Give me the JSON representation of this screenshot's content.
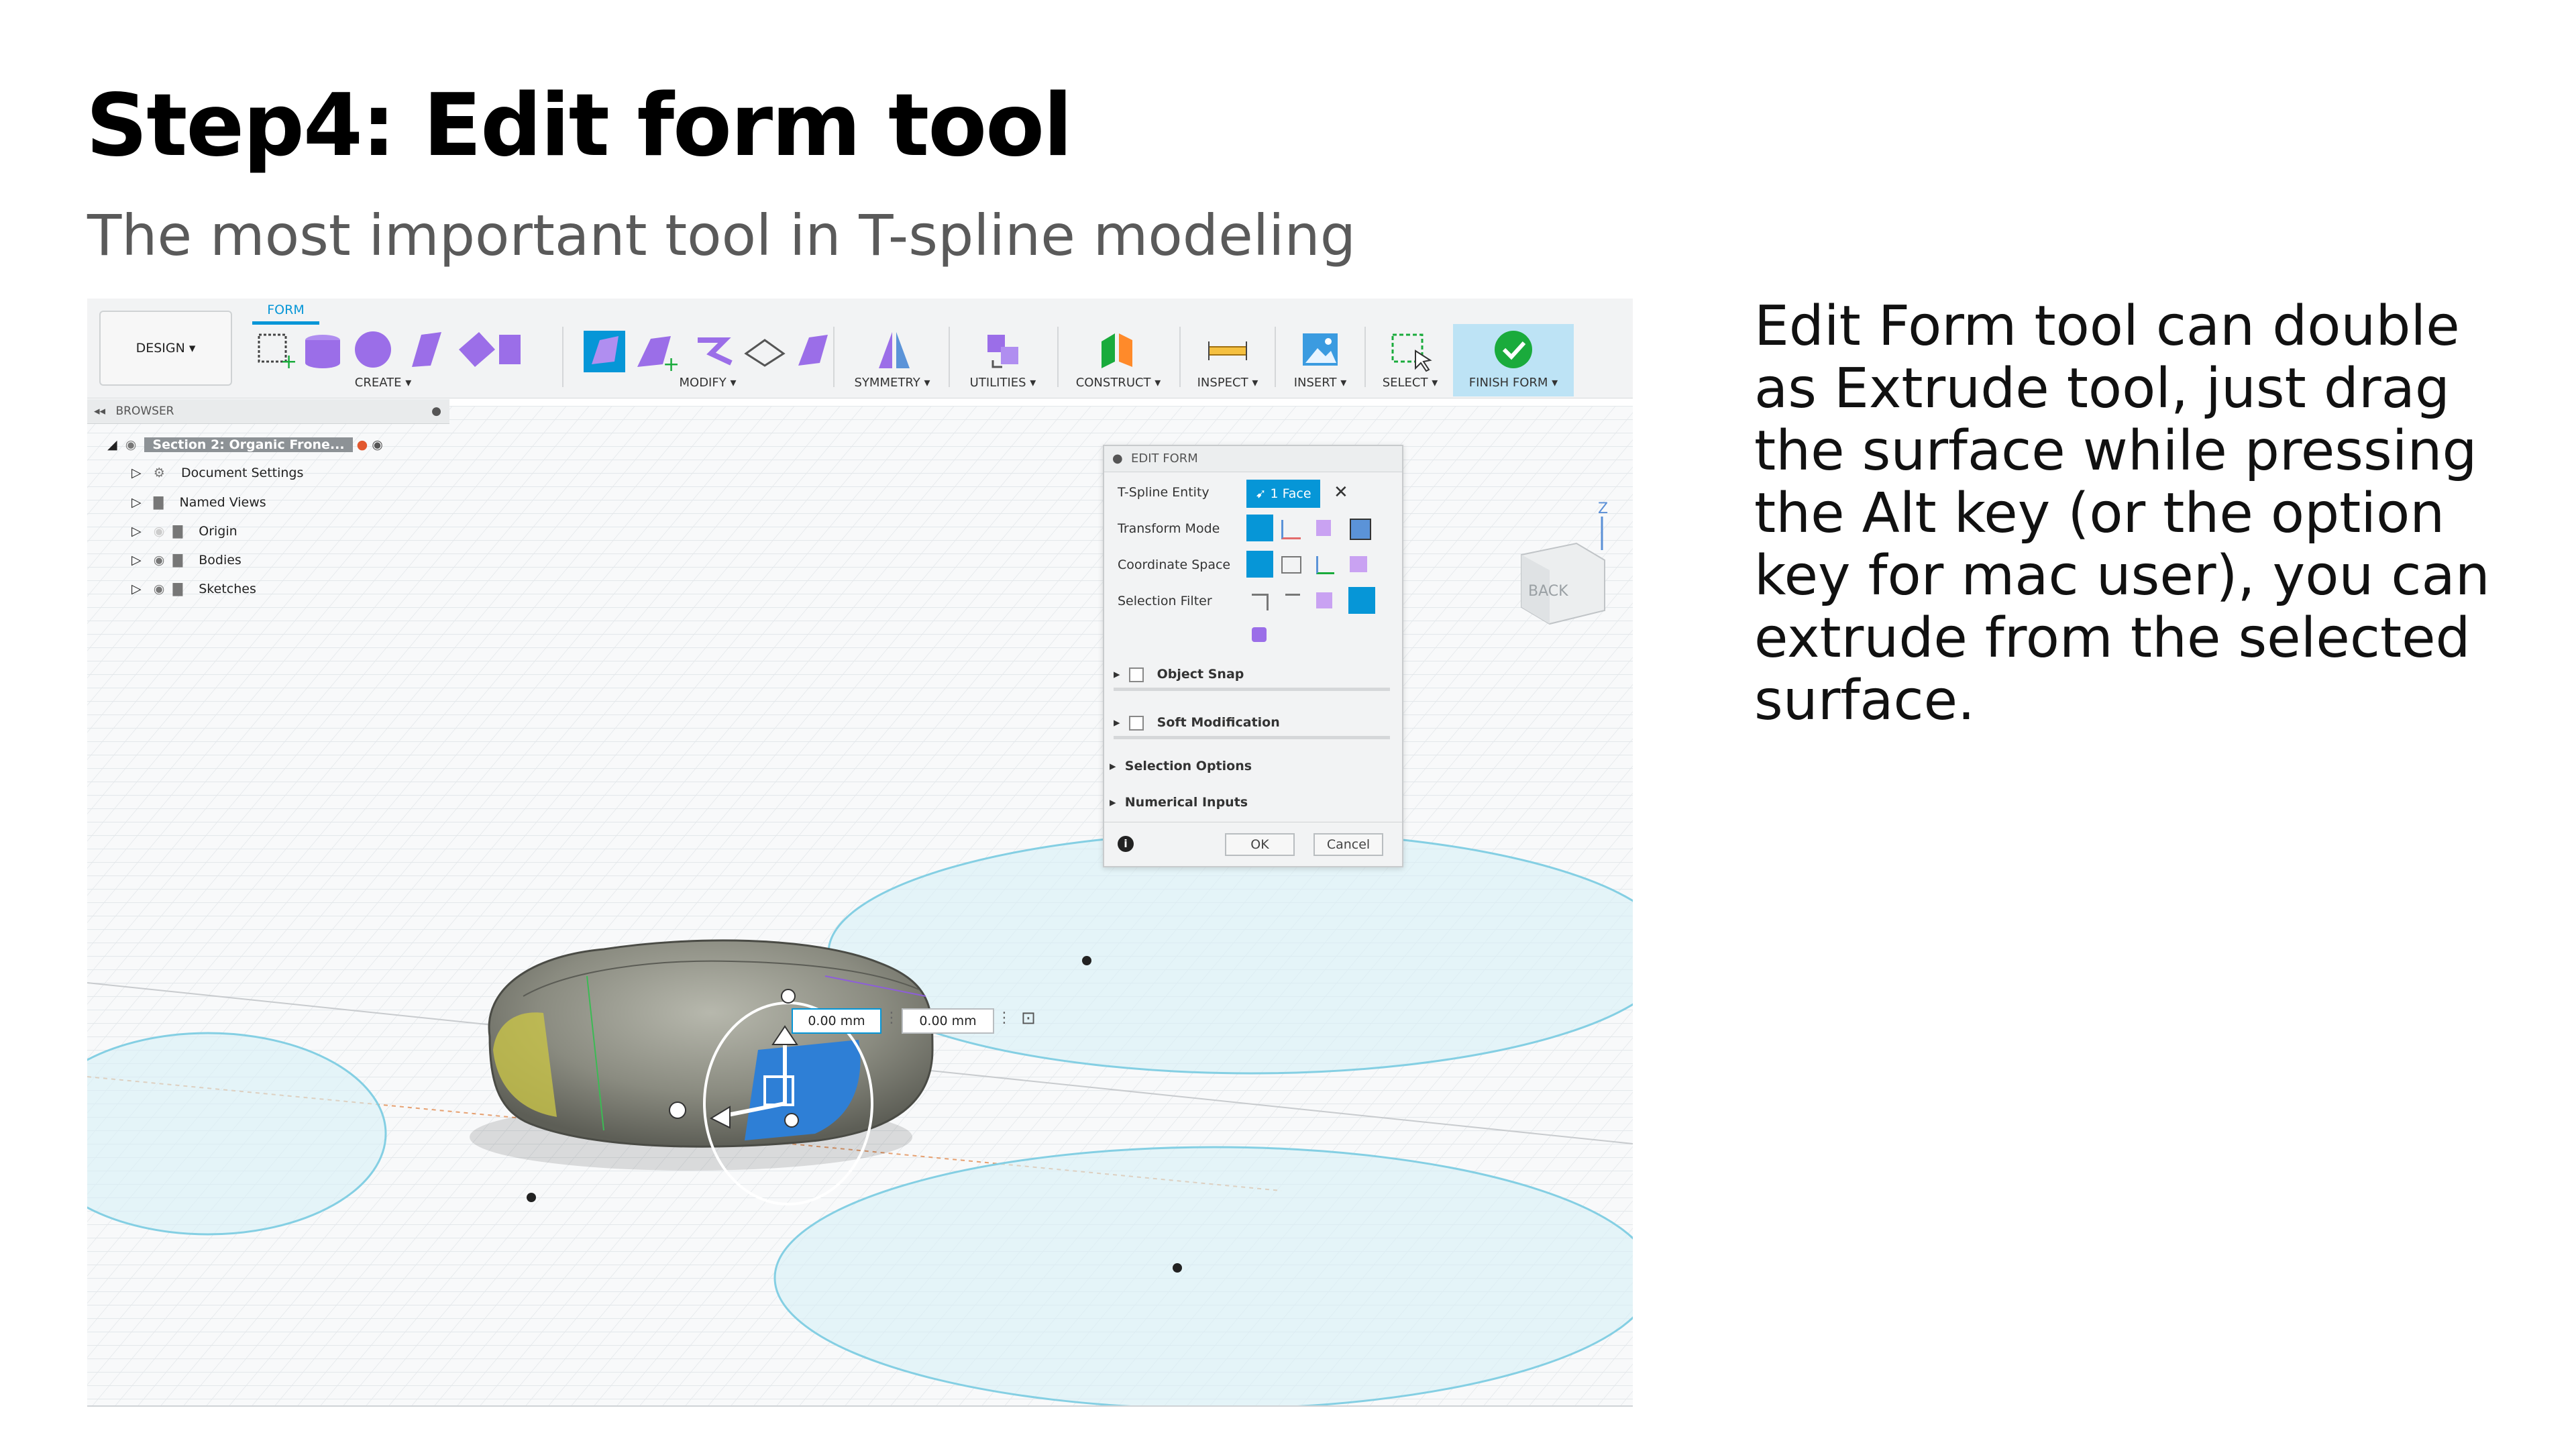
{
  "slide": {
    "title": "Step4: Edit form tool",
    "subtitle": "The most important tool in T-spline modeling",
    "body": "Edit Form tool can double as Extrude tool, just drag the surface while pressing the Alt key (or the option key for mac user), you can extrude from the selected surface."
  },
  "app": {
    "workspace_button": "DESIGN ▾",
    "active_tab": "FORM",
    "toolbar_groups": [
      {
        "label": "CREATE ▾"
      },
      {
        "label": "MODIFY ▾"
      },
      {
        "label": "SYMMETRY ▾"
      },
      {
        "label": "UTILITIES ▾"
      },
      {
        "label": "CONSTRUCT ▾"
      },
      {
        "label": "INSPECT ▾"
      },
      {
        "label": "INSERT ▾"
      },
      {
        "label": "SELECT ▾"
      },
      {
        "label": "FINISH FORM ▾"
      }
    ],
    "browser": {
      "header": "BROWSER",
      "items": [
        {
          "label": "Section 2: Organic Frone..."
        },
        {
          "label": "Document Settings"
        },
        {
          "label": "Named Views"
        },
        {
          "label": "Origin"
        },
        {
          "label": "Bodies"
        },
        {
          "label": "Sketches"
        }
      ]
    },
    "view_cube_label": "BACK",
    "axis_z": "Z",
    "edit_form": {
      "title": "EDIT FORM",
      "tspline_entity_label": "T-Spline Entity",
      "tspline_entity_value": "1 Face",
      "transform_mode_label": "Transform Mode",
      "coordinate_space_label": "Coordinate Space",
      "selection_filter_label": "Selection Filter",
      "object_snap": "Object Snap",
      "soft_modification": "Soft Modification",
      "selection_options": "Selection Options",
      "numerical_inputs": "Numerical Inputs",
      "ok": "OK",
      "cancel": "Cancel"
    },
    "dimension_inputs": [
      "0.00 mm",
      "0.00 mm"
    ]
  },
  "colors": {
    "accent": "#0696d7",
    "finish_green": "#1aab3c",
    "form_purple": "#9b6ee8",
    "selected_face": "#2e7fd6",
    "sketch_fill": "#d7f0f7",
    "sketch_stroke": "#84cfe3"
  }
}
